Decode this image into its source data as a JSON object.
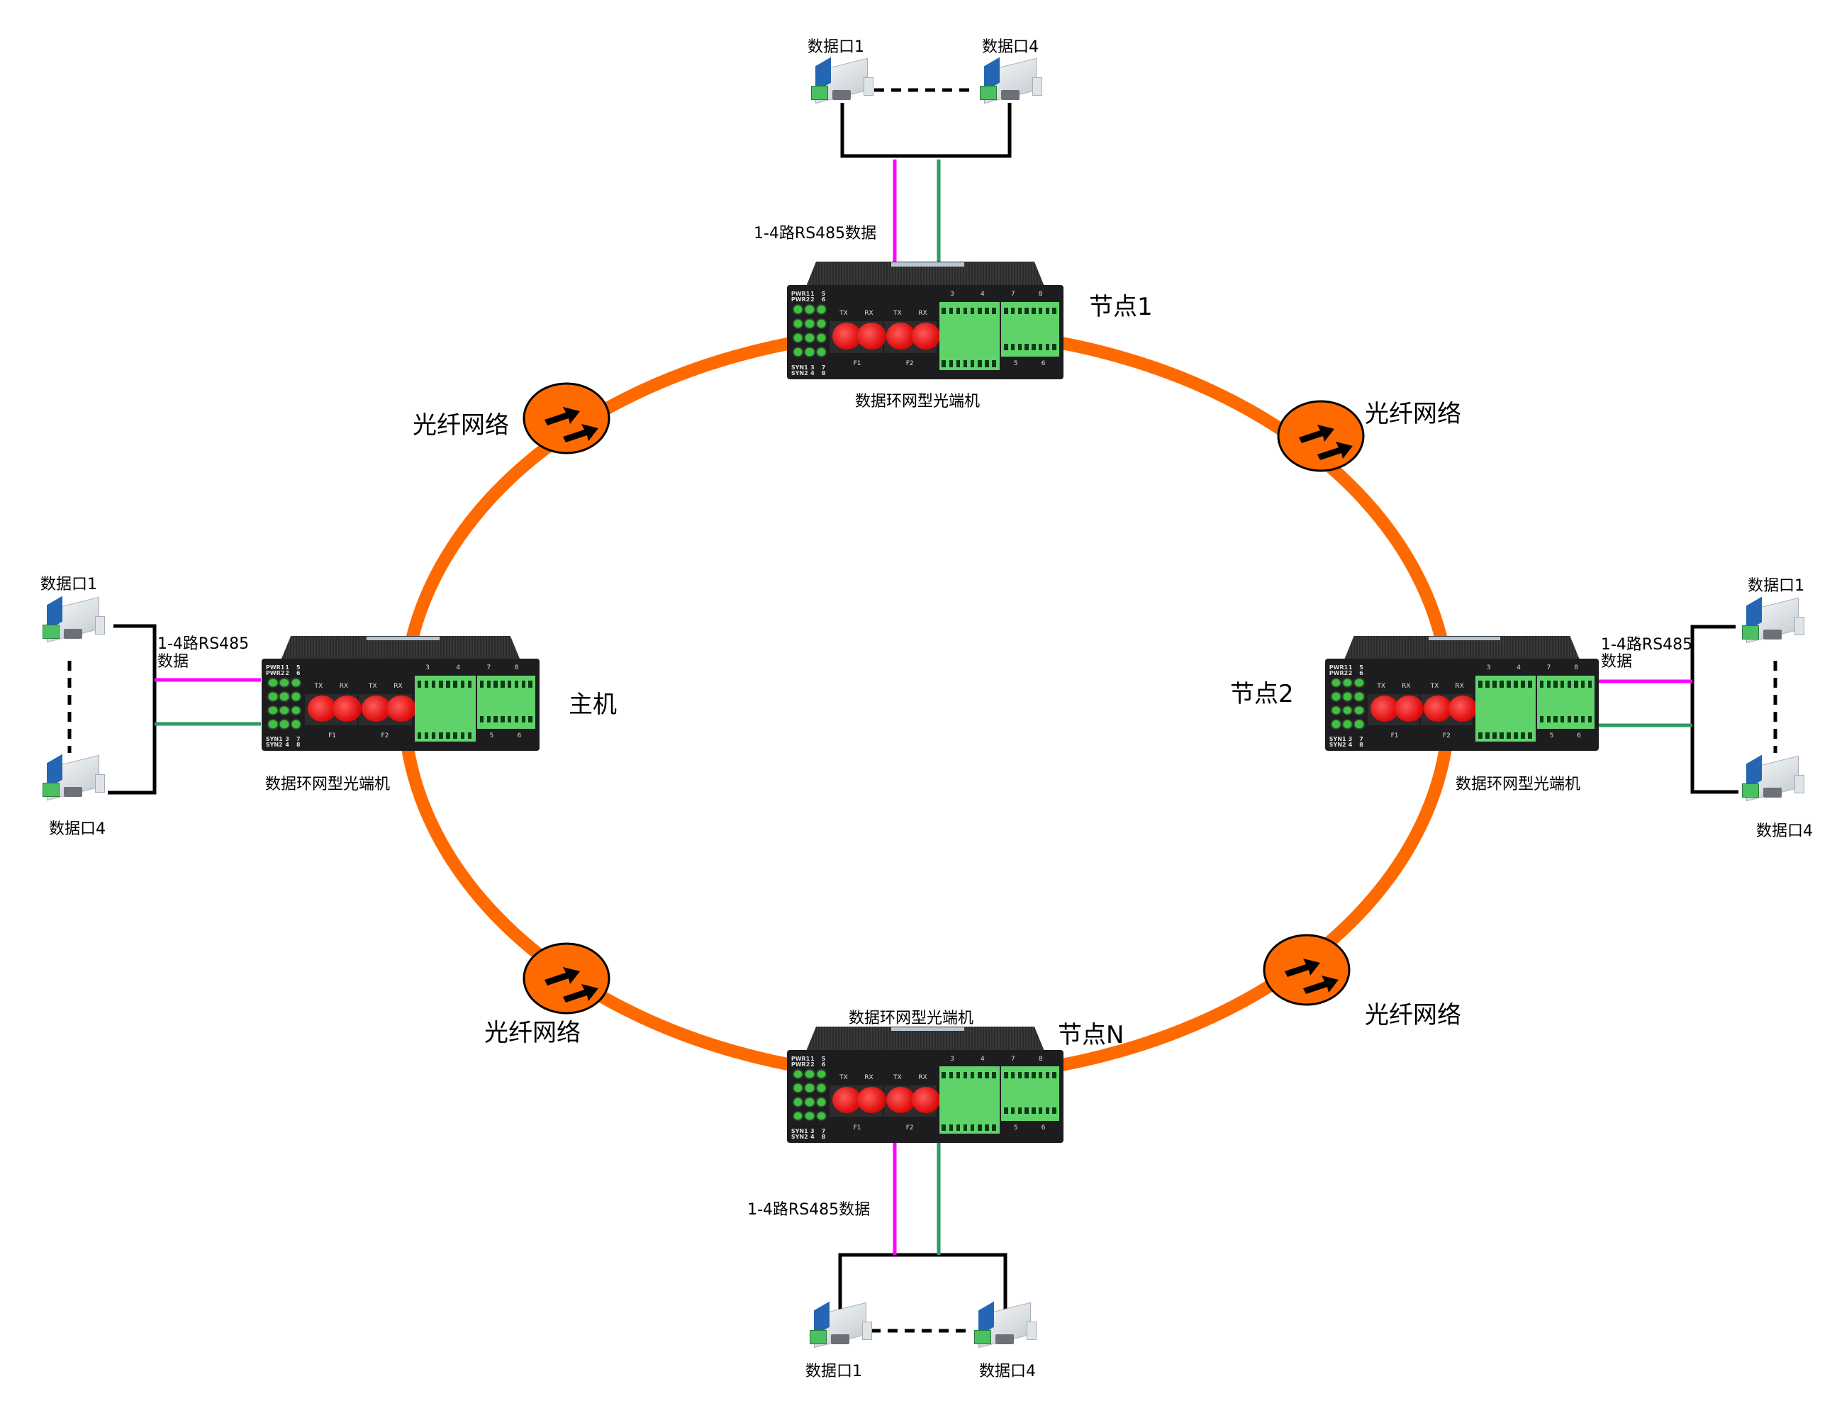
{
  "diagram": {
    "title": "数据环网型光端机 ring topology",
    "colors": {
      "ring": "#FF6A00",
      "fiber_icon_fill": "#FF6A00",
      "rs485_a_line": "#FF00FF",
      "rs485_b_line": "#2E9A64",
      "bracket_line": "#000000",
      "device_body": "#1D1D1F",
      "fiber_port": "#E01010",
      "terminal_block": "#5FD36A"
    },
    "ring_label": "光纤网络",
    "fiber_labels": [
      "光纤网络",
      "光纤网络",
      "光纤网络",
      "光纤网络"
    ],
    "nodes": [
      {
        "id": "node1",
        "role_label": "节点1",
        "device_label": "数据环网型光端机",
        "link_label": "1-4路RS485数据",
        "port_first": "数据口1",
        "port_last": "数据口4"
      },
      {
        "id": "master",
        "role_label": "主机",
        "device_label": "数据环网型光端机",
        "link_label_line1": "1-4路RS485",
        "link_label_line2": "数据",
        "port_first": "数据口1",
        "port_last": "数据口4"
      },
      {
        "id": "node2",
        "role_label": "节点2",
        "device_label": "数据环网型光端机",
        "link_label_line1": "1-4路RS485",
        "link_label_line2": "数据",
        "port_first": "数据口1",
        "port_last": "数据口4"
      },
      {
        "id": "nodeN",
        "role_label": "节点N",
        "device_label": "数据环网型光端机",
        "link_label": "1-4路RS485数据",
        "port_first": "数据口1",
        "port_last": "数据口4"
      }
    ],
    "device_panel": {
      "led_labels": [
        "PWR1",
        "PWR2",
        "SYN1",
        "SYN2"
      ],
      "led_numbers_top": [
        "1",
        "2",
        "5",
        "6"
      ],
      "led_numbers_bottom": [
        "3",
        "4",
        "7",
        "8"
      ],
      "port_labels": [
        "TX",
        "RX",
        "TX",
        "RX"
      ],
      "port_groups": [
        "F1",
        "F2"
      ],
      "terminal_top_labels": [
        "3",
        "4",
        "7",
        "8"
      ],
      "terminal_bottom_labels": [
        "5",
        "6"
      ]
    }
  }
}
